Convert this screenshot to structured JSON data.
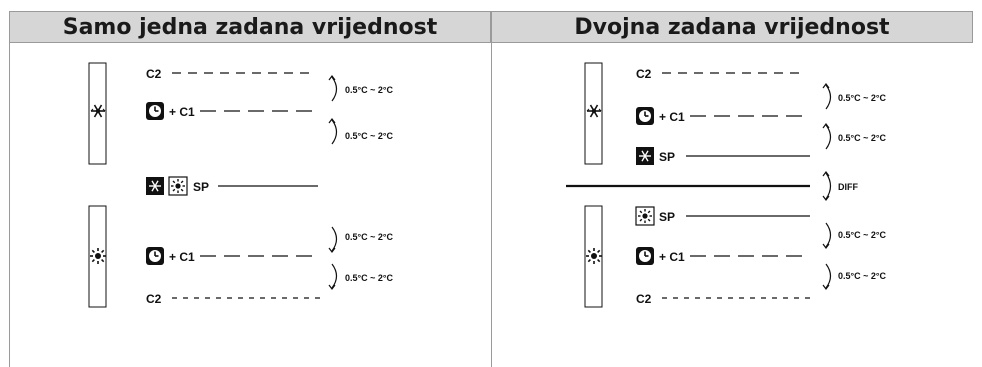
{
  "panels": {
    "left": {
      "title": "Samo jedna zadana vrijednost",
      "labels": {
        "c2_top": "C2",
        "c1_top": "+ C1",
        "sp": "SP",
        "c1_bottom": "+ C1",
        "c2_bottom": "C2"
      },
      "ranges": [
        "0.5°C ~ 2°C",
        "0.5°C ~ 2°C",
        "0.5°C ~ 2°C",
        "0.5°C ~ 2°C"
      ]
    },
    "right": {
      "title": "Dvojna zadana vrijednost",
      "labels": {
        "c2_top": "C2",
        "c1_top": "+ C1",
        "sp_cool": "SP",
        "sp_heat": "SP",
        "c1_bottom": "+ C1",
        "c2_bottom": "C2"
      },
      "ranges": [
        "0.5°C ~ 2°C",
        "0.5°C ~ 2°C",
        "0.5°C ~ 2°C",
        "0.5°C ~ 2°C"
      ],
      "diff": "DIFF"
    }
  },
  "icons": [
    "snowflake-icon",
    "sun-icon",
    "clock-icon",
    "cooling-mode-icon",
    "heating-mode-icon"
  ],
  "colors": {
    "header_bg": "#d6d6d6",
    "border": "#9a9a9a",
    "ink": "#111111"
  }
}
